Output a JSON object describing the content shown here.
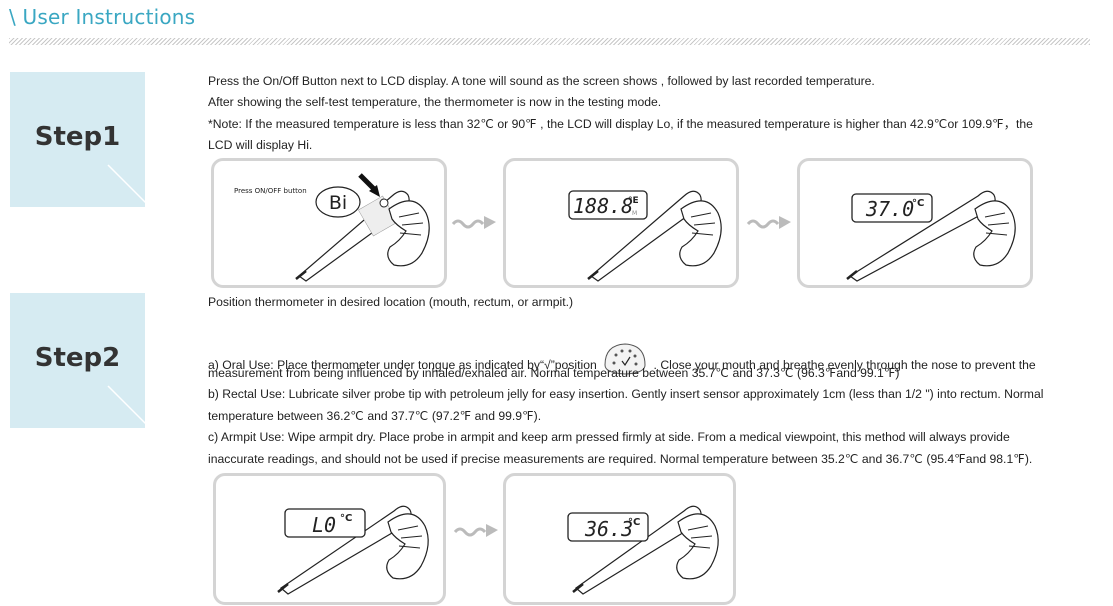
{
  "header": {
    "title": "\\ User Instructions"
  },
  "step1": {
    "label": "Step1",
    "lines": [
      "Press the On/Off  Button next to LCD display.  A tone will sound as the screen shows , followed by last recorded temperature.",
      "After showing the self-test temperature, the thermometer is now in the testing mode.",
      "*Note:  If the measured temperature is less than  32℃ or 90℉ , the LCD will display Lo, if the measured temperature is higher than 42.9℃or 109.9℉，the",
      "LCD will display  Hi."
    ],
    "panels": {
      "press_caption": "Press ON/OFF button",
      "bubble_text": "Bi",
      "lcd_selftest": "188.8",
      "lcd_selftest_unit": "°E",
      "lcd_selftest_sub": "M",
      "lcd_last": "37.0",
      "lcd_last_unit": "°C"
    }
  },
  "step2": {
    "label": "Step2",
    "intro": "Position thermometer in desired location (mouth, rectum, or armpit.)",
    "oral_a": "a) Oral Use:  Place thermometer under tongue as indicated by“√”position",
    "oral_b": ".  Close your mouth and breathe evenly through the nose to prevent the",
    "oral_c": "measurement from being influenced by inhaled/exhaled air. Normal temperature between 35.7℃ and 37.3℃ (96.3℉and 99.1℉)",
    "rectal_a": "b) Rectal Use:  Lubricate silver probe tip with petroleum jelly for easy insertion.  Gently insert sensor approximately 1cm (less than 1/2 \") into rectum.  Normal",
    "rectal_b": "temperature between 36.2℃ and 37.7℃ (97.2℉ and 99.9℉).",
    "armpit_a": "c) Armpit Use:  Wipe armpit dry.  Place probe in armpit and keep arm pressed firmly at side.  From a medical viewpoint, this method will always provide",
    "armpit_b": "inaccurate readings, and should not be used if precise measurements are required. Normal temperature between 35.2℃ and 36.7℃ (95.4℉and 98.1℉).",
    "panels": {
      "lcd_lo": "L0",
      "lcd_lo_unit": "°C",
      "lcd_final": "36.3",
      "lcd_final_unit": "°C"
    }
  },
  "colors": {
    "accent": "#3aa7c2",
    "step_bg": "#d6ebf2",
    "panel_border": "#d4d4d4"
  }
}
